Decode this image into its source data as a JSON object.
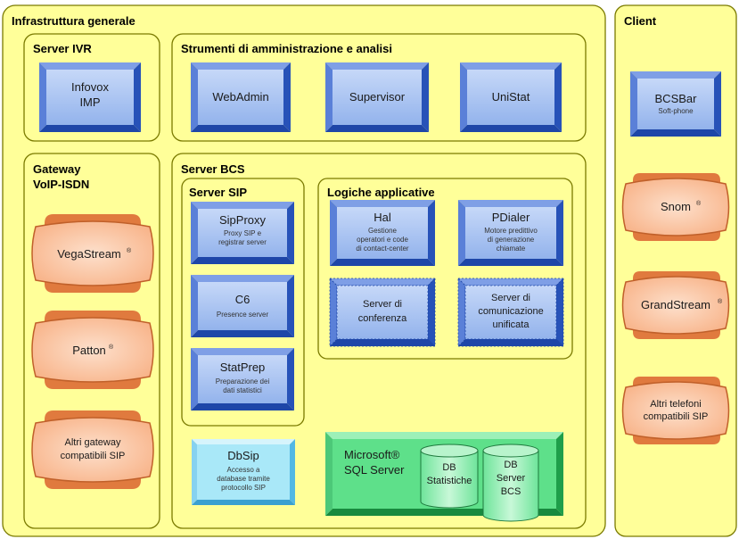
{
  "colors": {
    "panel_fill": "#ffff99",
    "panel_border": "#7a7a00",
    "blue_face": "#a9c4f2",
    "blue_bevel": "#3a67cc",
    "orange_face": "#fcc8a4",
    "orange_border": "#c0602a",
    "green_fill": "#5ee08a",
    "green_face": "#a8f0c0",
    "cyan_face": "#a9e8f8",
    "cyan_border": "#3aa0d0"
  },
  "sections": {
    "infrastructure": "Infrastruttura generale",
    "server_ivr": "Server IVR",
    "admin_tools": "Strumenti di amministrazione e analisi",
    "gateway_line1": "Gateway",
    "gateway_line2": "VoIP-ISDN",
    "server_bcs": "Server BCS",
    "server_sip": "Server SIP",
    "app_logic": "Logiche applicative",
    "client": "Client"
  },
  "nodes": {
    "infovox": {
      "line1": "Infovox",
      "line2": "IMP"
    },
    "webadmin": {
      "title": "WebAdmin"
    },
    "supervisor": {
      "title": "Supervisor"
    },
    "unistat": {
      "title": "UniStat"
    },
    "bcsbar": {
      "title": "BCSBar",
      "sub": "Soft-phone"
    },
    "vegastream": {
      "title": "VegaStream",
      "mark": "®"
    },
    "patton": {
      "title": "Patton",
      "mark": "®"
    },
    "altri_gateway": {
      "line1": "Altri gateway",
      "line2": "compatibili SIP"
    },
    "snom": {
      "title": "Snom",
      "mark": "®"
    },
    "grandstream": {
      "title": "GrandStream",
      "mark": "®"
    },
    "altri_telefoni": {
      "line1": "Altri telefoni",
      "line2": "compatibili SIP"
    },
    "sipproxy": {
      "title": "SipProxy",
      "sub1": "Proxy SIP e",
      "sub2": "registrar server"
    },
    "c6": {
      "title": "C6",
      "sub1": "Presence server"
    },
    "statprep": {
      "title": "StatPrep",
      "sub1": "Preparazione dei",
      "sub2": "dati statistici"
    },
    "hal": {
      "title": "Hal",
      "sub1": "Gestione",
      "sub2": "operatori e code",
      "sub3": "di contact-center"
    },
    "pdialer": {
      "title": "PDialer",
      "sub1": "Motore predittivo",
      "sub2": "di generazione",
      "sub3": "chiamate"
    },
    "conferenza": {
      "line1": "Server di",
      "line2": "conferenza"
    },
    "comunicazione": {
      "line1": "Server di",
      "line2": "comunicazione",
      "line3": "unificata"
    },
    "dbsip": {
      "title": "DbSip",
      "sub1": "Accesso a",
      "sub2": "database tramite",
      "sub3": "protocollo SIP"
    },
    "sqlserver": {
      "line1": "Microsoft®",
      "line2": "SQL Server"
    },
    "db_statistiche": {
      "line1": "DB",
      "line2": "Statistiche"
    },
    "db_server_bcs": {
      "line1": "DB",
      "line2": "Server",
      "line3": "BCS"
    }
  }
}
